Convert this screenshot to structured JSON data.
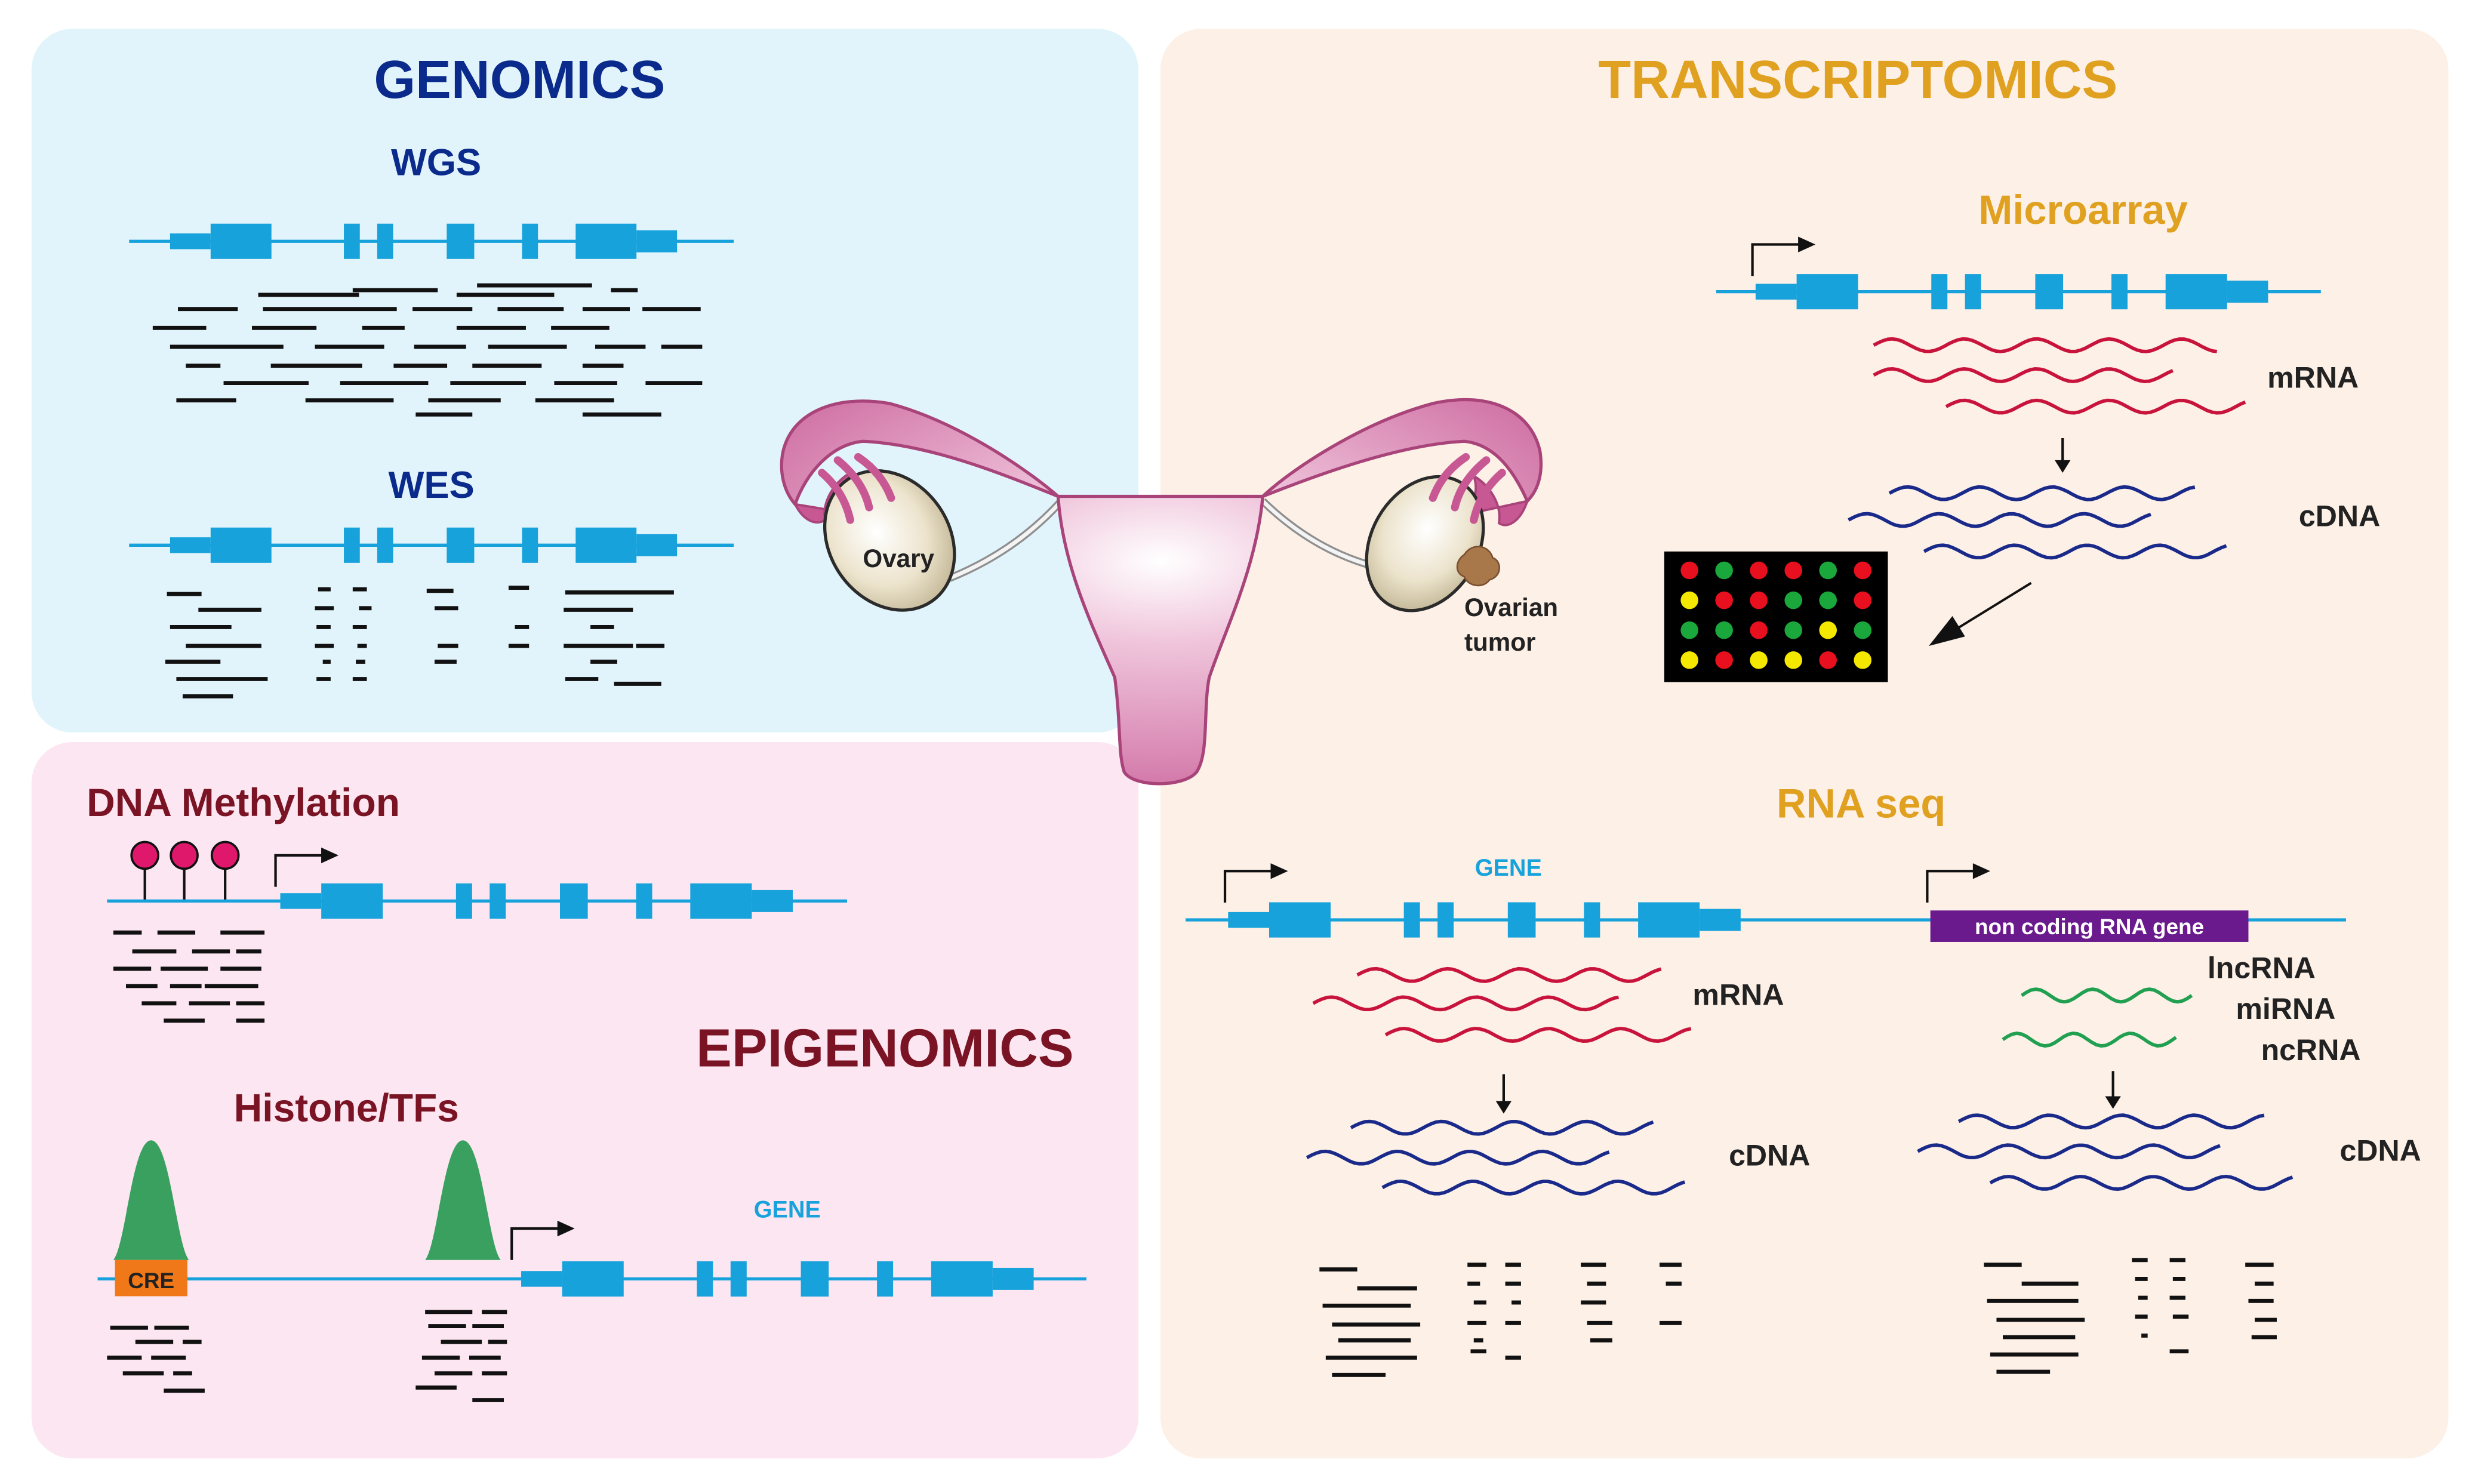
{
  "colors": {
    "genomics_bg": "#e2f4fb",
    "epigenomics_bg": "#fce6f1",
    "transcriptomics_bg": "#fdf0e6",
    "genomics_title": "#0a2a8c",
    "epigenomics_title": "#7a1424",
    "transcriptomics_title": "#e0a020",
    "gene_blue": "#17a2dc",
    "mrna_red": "#c8143c",
    "cdna_navy": "#1a2a8a",
    "ncrna_green": "#20a050",
    "uterus_pink": "#d76fa6",
    "ovary_beige": "#ece2c8",
    "tumor_brown": "#a8784a",
    "methyl_pink": "#e0186c",
    "peak_green": "#3aa060",
    "cre_orange": "#f07818",
    "ncgene_purple": "#6a1a8c"
  },
  "genomics": {
    "title": "GENOMICS",
    "wgs_label": "WGS",
    "wes_label": "WES"
  },
  "epigenomics": {
    "title": "EPIGENOMICS",
    "dna_methylation_label": "DNA Methylation",
    "histone_label": "Histone/TFs",
    "cre_label": "CRE",
    "gene_label": "GENE"
  },
  "transcriptomics": {
    "title": "TRANSCRIPTOMICS",
    "microarray_label": "Microarray",
    "microarray_mrna_label": "mRNA",
    "microarray_cdna_label": "cDNA",
    "rnaseq_label": "RNA seq",
    "rnaseq_gene_label": "GENE",
    "noncoding_gene_label": "non coding RNA gene",
    "rnaseq_mrna_label": "mRNA",
    "rnaseq_cdna_left_label": "cDNA",
    "rnaseq_cdna_right_label": "cDNA",
    "lncrna_label": "lncRNA",
    "mirna_label": "miRNA",
    "ncrna_label": "ncRNA"
  },
  "anatomy": {
    "ovary_label": "Ovary",
    "tumor_label_line1": "Ovarian",
    "tumor_label_line2": "tumor"
  },
  "microarray_grid": [
    [
      "red",
      "green",
      "red",
      "red",
      "green",
      "red"
    ],
    [
      "yellow",
      "red",
      "red",
      "green",
      "green",
      "red"
    ],
    [
      "green",
      "green",
      "red",
      "green",
      "yellow",
      "green"
    ],
    [
      "yellow",
      "red",
      "yellow",
      "yellow",
      "red",
      "yellow"
    ]
  ]
}
